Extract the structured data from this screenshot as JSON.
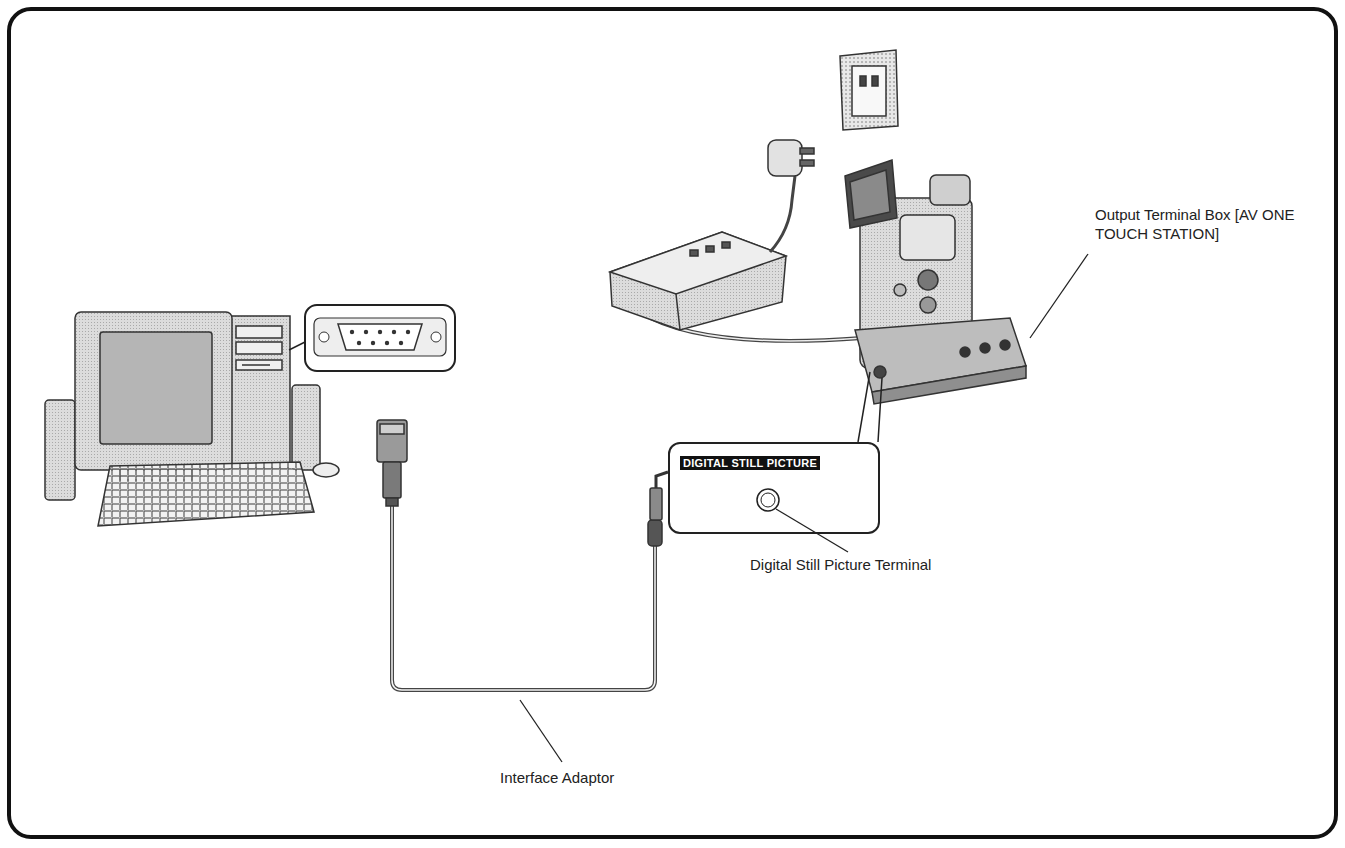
{
  "diagram": {
    "nodes": [
      {
        "text": [
          "DIGITAL STILL PICTURE"
        ]
      }
    ],
    "labels": [
      "Output Terminal Box [AV ONE TOUCH STATION]",
      "Digital Still Picture Terminal",
      "Interface Adaptor"
    ]
  }
}
